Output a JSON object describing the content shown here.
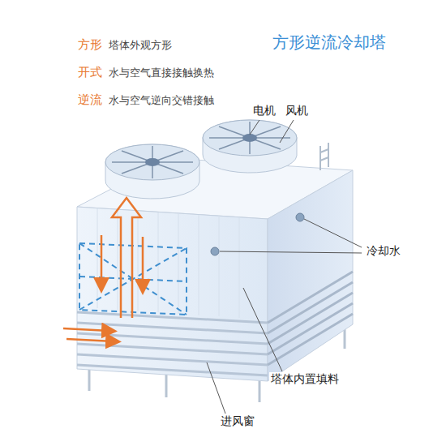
{
  "diagram": {
    "title": "方形逆流冷却塔",
    "labels": [
      "方形",
      "塔体外观方形",
      "开式",
      "水与空气直接接触换热",
      "逆流",
      "水与空气逆向交错接触",
      "电机",
      "风机",
      "冷却水",
      "塔体内置填料",
      "进风窗"
    ]
  }
}
